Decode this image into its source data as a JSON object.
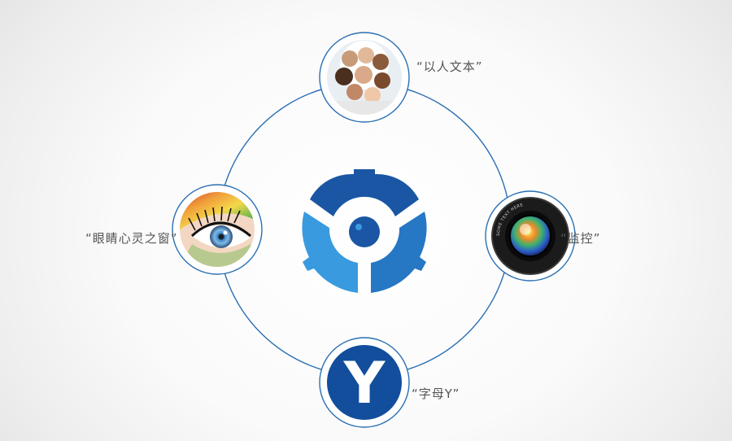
{
  "colors": {
    "ring_stroke": "#2a6fb3",
    "logo_dark": "#1a56a4",
    "logo_mid": "#2677c4",
    "logo_light": "#3a9ae0",
    "y_badge": "#124e9c"
  },
  "nodes": {
    "top": {
      "caption": "“以人文本”",
      "icon": "people-group-photo"
    },
    "left": {
      "caption": "“眼睛心灵之窗”",
      "icon": "eye-closeup-photo"
    },
    "right": {
      "caption": "“监控”",
      "icon": "camera-lens-photo",
      "lens_ring_text": "SOME TEXT HERE"
    },
    "bottom": {
      "caption": "“字母Y”",
      "icon": "letter-y-icon",
      "letter": "Y"
    }
  },
  "center": {
    "icon": "eye-gear-logo-icon"
  }
}
